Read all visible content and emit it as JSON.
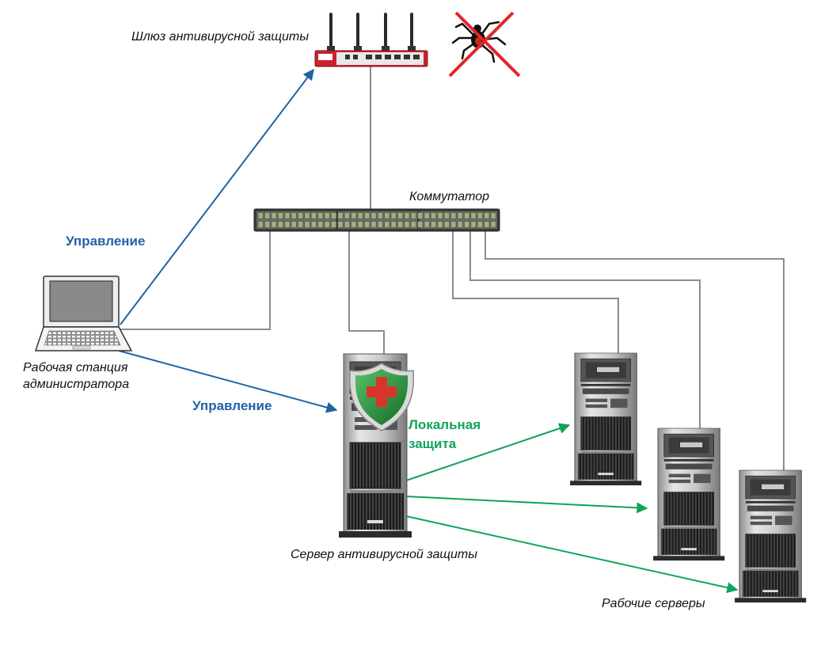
{
  "labels": {
    "gateway": "Шлюз антивирусной защиты",
    "switch": "Коммутатор",
    "workstation": "Рабочая станция администратора",
    "workstation_line1": "Рабочая станция",
    "workstation_line2": "администратора",
    "mgmt1": "Управление",
    "mgmt2": "Управление",
    "local_line1": "Локальная",
    "local_line2": "защита",
    "av_server": "Сервер антивирусной защиты",
    "work_servers": "Рабочие серверы"
  },
  "colors": {
    "management": "#1f63a6",
    "protection": "#11a35a",
    "cable": "#8c8c8c",
    "shield_green": "#1f8a36",
    "cross_red": "#d9342b",
    "virus_strike": "#e0282a"
  },
  "icons": {
    "gateway": "router-icon",
    "virus": "spider-virus-icon",
    "switch": "network-switch-icon",
    "workstation": "laptop-icon",
    "av_server": "tower-server-icon",
    "shield": "shield-cross-icon",
    "work_server": "tower-server-icon"
  }
}
